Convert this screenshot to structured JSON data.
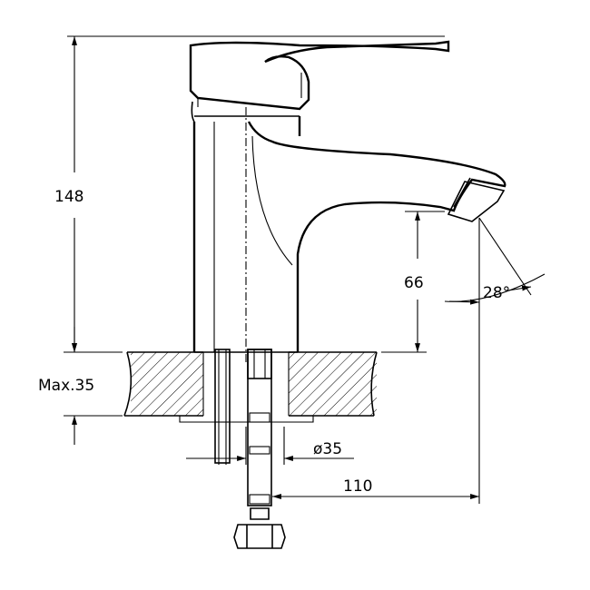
{
  "dimensions": {
    "total_height": "148",
    "spout_height": "66",
    "max_thickness": "Max.35",
    "hole_diameter": "ø35",
    "spout_reach": "110",
    "spout_angle": "28°"
  },
  "colors": {
    "line": "#000000",
    "background": "#ffffff"
  }
}
